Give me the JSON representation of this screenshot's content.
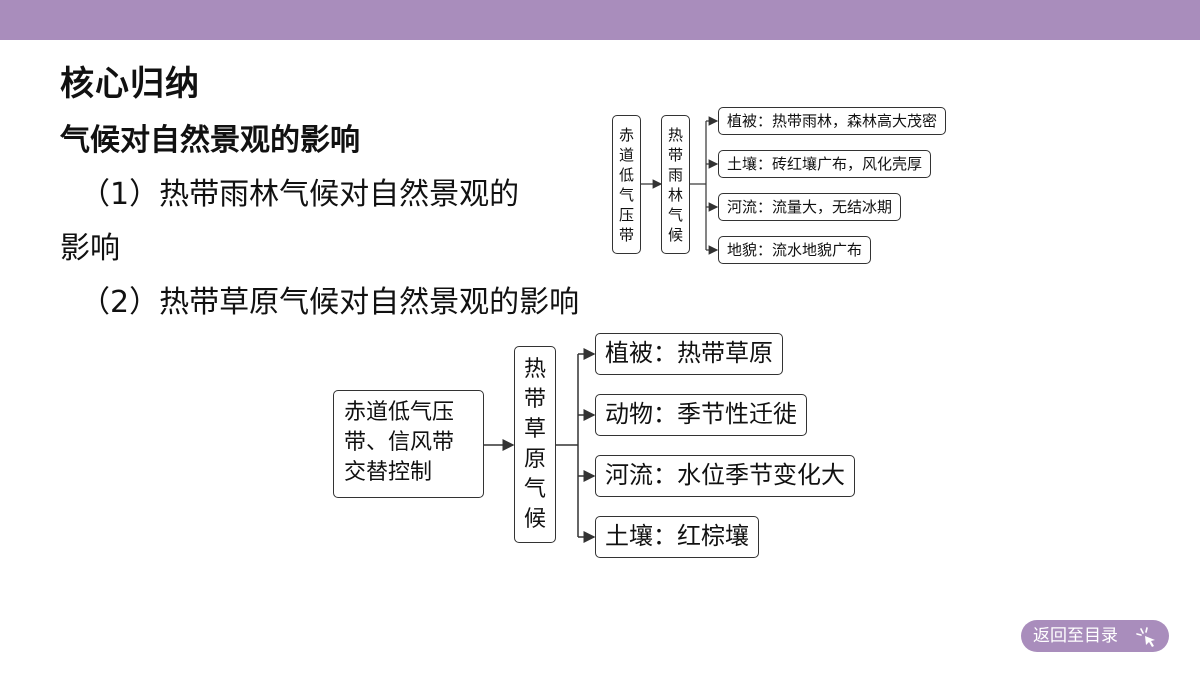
{
  "heading": "核心归纳",
  "subheading": "气候对自然景观的影响",
  "point1_line1": "（1）热带雨林气候对自然景观的",
  "point1_line2": "影响",
  "point2": "（2）热带草原气候对自然景观的影响",
  "diagram1": {
    "source_chars": [
      "赤",
      "道",
      "低",
      "气",
      "压",
      "带"
    ],
    "climate_chars": [
      "热",
      "带",
      "雨",
      "林",
      "气",
      "候"
    ],
    "branches": [
      "植被：热带雨林，森林高大茂密",
      "土壤：砖红壤广布，风化壳厚",
      "河流：流量大，无结冰期",
      "地貌：流水地貌广布"
    ]
  },
  "diagram2": {
    "source": "赤道低气压\n带、信风带\n交替控制",
    "climate_chars": [
      "热",
      "带",
      "草",
      "原",
      "气",
      "候"
    ],
    "branches": [
      "植被：热带草原",
      "动物：季节性迁徙",
      "河流：水位季节变化大",
      "土壤：红棕壤"
    ]
  },
  "back_button": "返回至目录",
  "colors": {
    "topbar": "#a98dbc",
    "button": "#a98dbc"
  }
}
